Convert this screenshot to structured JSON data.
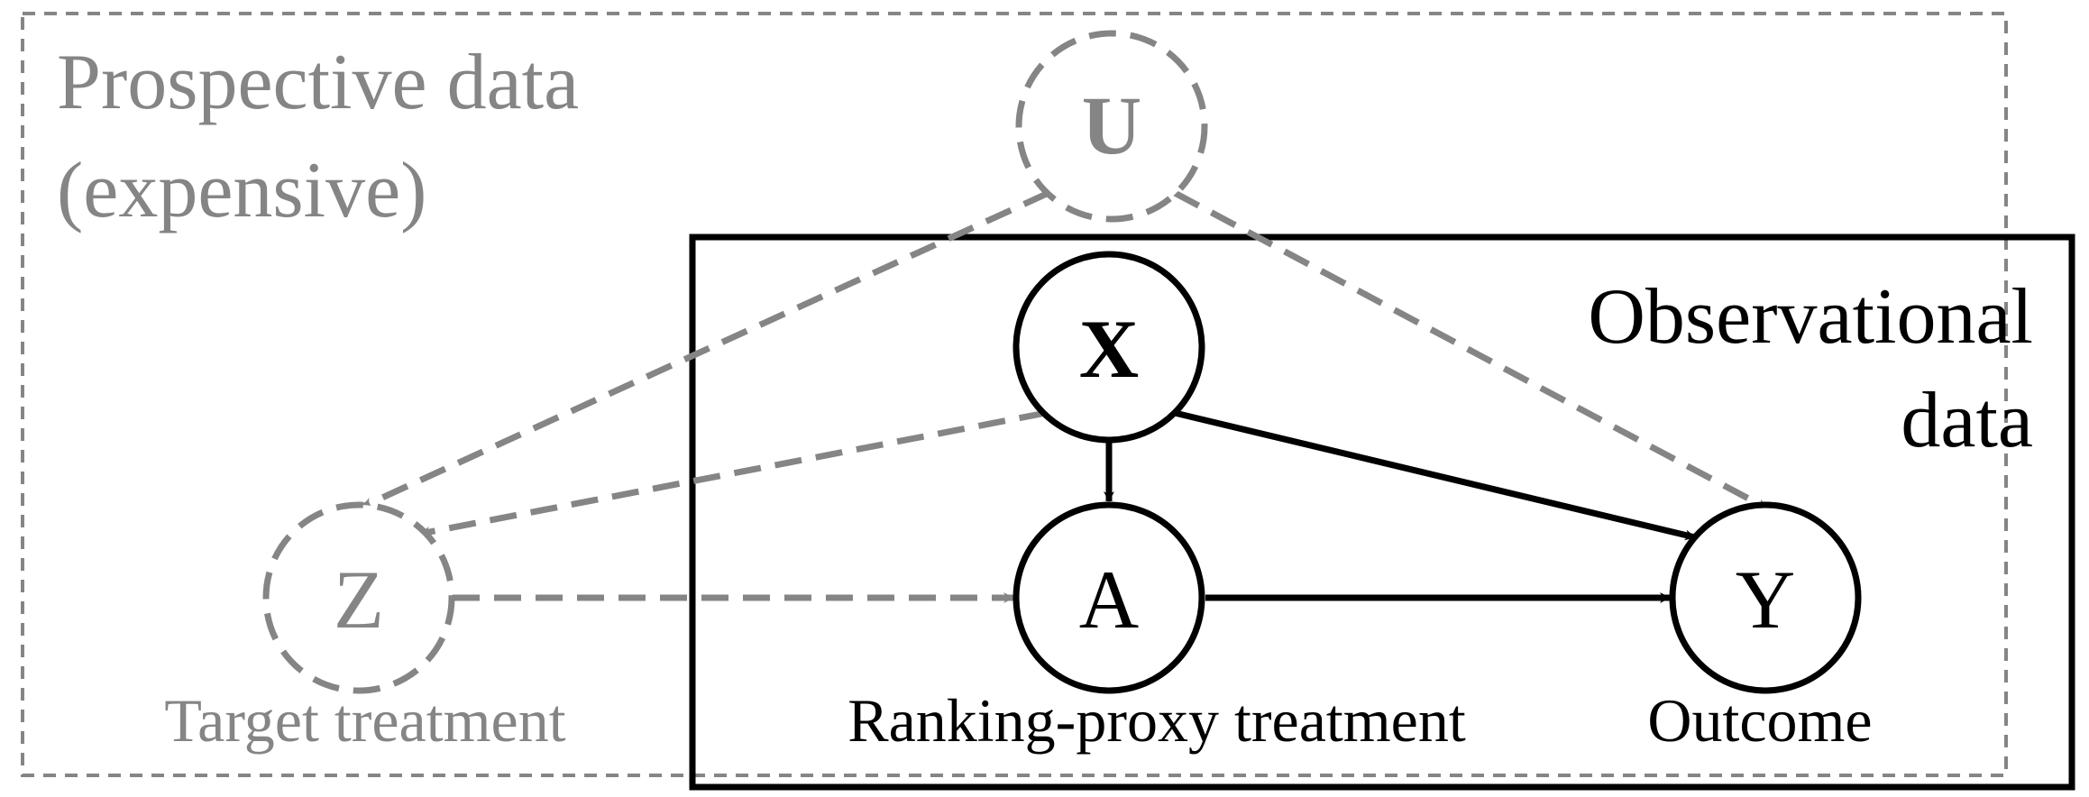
{
  "colors": {
    "prospective": "#858585",
    "observational": "#000000",
    "background": "#ffffff"
  },
  "regions": {
    "prospective": {
      "line1": "Prospective data",
      "line2": "(expensive)"
    },
    "observational": {
      "line1": "Observational",
      "line2": "data"
    }
  },
  "nodes": {
    "U": {
      "letter": "U",
      "caption": ""
    },
    "X": {
      "letter": "X",
      "caption": ""
    },
    "Z": {
      "letter": "Z",
      "caption": "Target treatment"
    },
    "A": {
      "letter": "A",
      "caption": "Ranking-proxy treatment"
    },
    "Y": {
      "letter": "Y",
      "caption": "Outcome"
    }
  },
  "edges": [
    {
      "from": "U",
      "to": "Z",
      "style": "dashed"
    },
    {
      "from": "U",
      "to": "Y",
      "style": "dashed"
    },
    {
      "from": "X",
      "to": "Z",
      "style": "dashed"
    },
    {
      "from": "Z",
      "to": "A",
      "style": "dashed"
    },
    {
      "from": "X",
      "to": "A",
      "style": "solid"
    },
    {
      "from": "X",
      "to": "Y",
      "style": "solid"
    },
    {
      "from": "A",
      "to": "Y",
      "style": "solid"
    }
  ]
}
